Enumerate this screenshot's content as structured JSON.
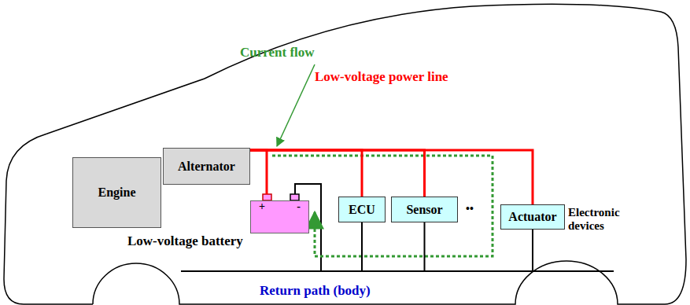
{
  "diagram": {
    "nodes": [
      {
        "text": [
          "Engine"
        ]
      },
      {
        "text": [
          "Alternator"
        ]
      },
      {
        "text": [
          "+",
          "-"
        ]
      },
      {
        "text": [
          "ECU"
        ]
      },
      {
        "text": [
          "Sensor"
        ]
      },
      {
        "text": [
          "Actuator"
        ]
      }
    ],
    "edges": [
      {
        "from": 1,
        "to": 2,
        "arrow": "none"
      },
      {
        "from": 1,
        "to": 3,
        "arrow": "none"
      },
      {
        "from": 1,
        "to": 4,
        "arrow": "none"
      },
      {
        "from": 1,
        "to": 5,
        "arrow": "none"
      }
    ],
    "labels": [
      "Current flow",
      "Low-voltage power line",
      "Low-voltage battery",
      "••",
      "Electronic devices",
      "Return path (body)"
    ]
  }
}
